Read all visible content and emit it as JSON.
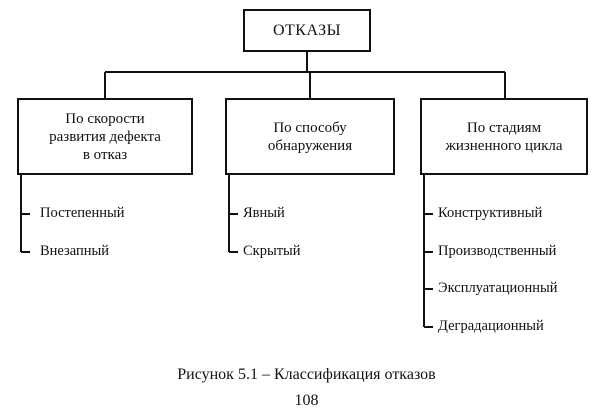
{
  "root": {
    "label": "ОТКАЗЫ"
  },
  "categories": [
    {
      "lines": [
        "По скорости",
        "развития дефекта",
        "в отказ"
      ],
      "items": [
        "Постепенный",
        "Внезапный"
      ]
    },
    {
      "lines": [
        "По способу",
        "обнаружения"
      ],
      "items": [
        "Явный",
        "Скрытый"
      ]
    },
    {
      "lines": [
        "По стадиям",
        "жизненного цикла"
      ],
      "items": [
        "Конструктивный",
        "Производственный",
        "Эксплуатационный",
        "Деградационный"
      ]
    }
  ],
  "caption": "Рисунок 5.1 –  Классификация отказов",
  "page_number": "108"
}
